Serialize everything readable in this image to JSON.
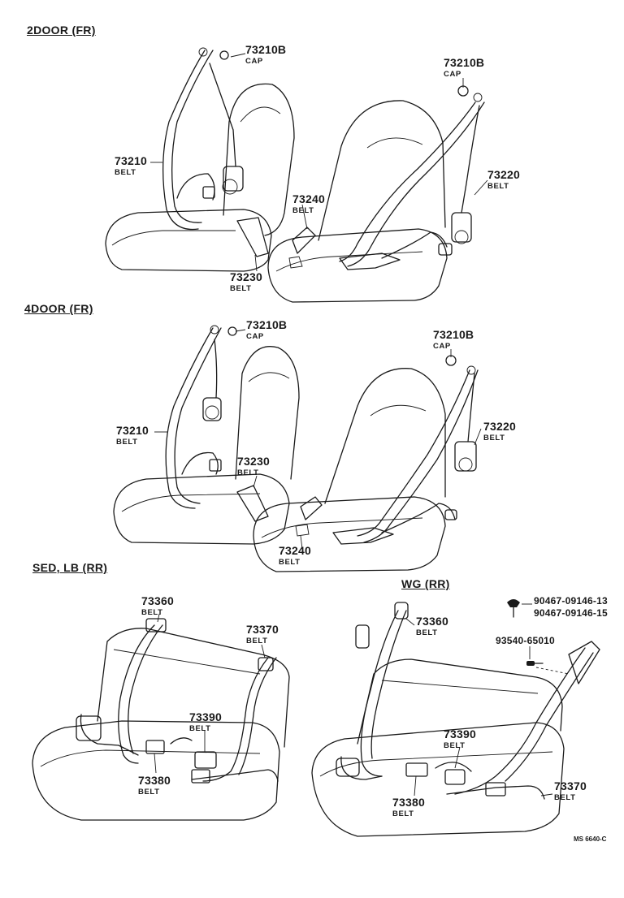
{
  "sections": {
    "door2": "2DOOR (FR)",
    "door4": "4DOOR (FR)",
    "sed": "SED, LB (RR)",
    "wg": "WG (RR)"
  },
  "labels": {
    "d2_cap_l": {
      "num": "73210B",
      "desc": "CAP"
    },
    "d2_cap_r": {
      "num": "73210B",
      "desc": "CAP"
    },
    "d2_belt_l": {
      "num": "73210",
      "desc": "BELT"
    },
    "d2_belt_240": {
      "num": "73240",
      "desc": "BELT"
    },
    "d2_belt_r": {
      "num": "73220",
      "desc": "BELT"
    },
    "d2_belt_230": {
      "num": "73230",
      "desc": "BELT"
    },
    "d4_cap_l": {
      "num": "73210B",
      "desc": "CAP"
    },
    "d4_cap_r": {
      "num": "73210B",
      "desc": "CAP"
    },
    "d4_belt_l": {
      "num": "73210",
      "desc": "BELT"
    },
    "d4_belt_230": {
      "num": "73230",
      "desc": "BELT"
    },
    "d4_belt_r": {
      "num": "73220",
      "desc": "BELT"
    },
    "d4_belt_240": {
      "num": "73240",
      "desc": "BELT"
    },
    "sed_360": {
      "num": "73360",
      "desc": "BELT"
    },
    "sed_370": {
      "num": "73370",
      "desc": "BELT"
    },
    "sed_390": {
      "num": "73390",
      "desc": "BELT"
    },
    "sed_380": {
      "num": "73380",
      "desc": "BELT"
    },
    "wg_360": {
      "num": "73360",
      "desc": "BELT"
    },
    "wg_390": {
      "num": "73390",
      "desc": "BELT"
    },
    "wg_380": {
      "num": "73380",
      "desc": "BELT"
    },
    "wg_370": {
      "num": "73370",
      "desc": "BELT"
    }
  },
  "hardware": {
    "bolt_a": "90467-09146-13",
    "bolt_b": "90467-09146-15",
    "screw": "93540-65010"
  },
  "figure_ref": "MS 6640-C"
}
